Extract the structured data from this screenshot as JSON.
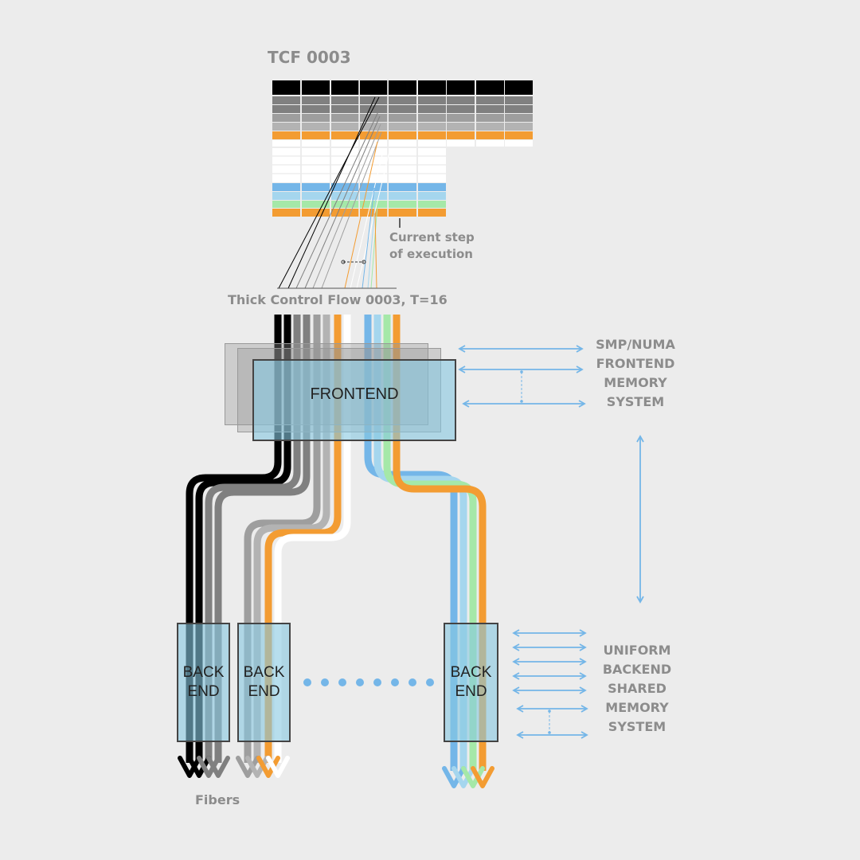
{
  "title": "TCF 0003",
  "current_step_label": "Current step\nof execution",
  "flow_label": "Thick Control Flow 0003, T=16",
  "frontend_label": "FRONTEND",
  "smp_label": "SMP/NUMA\nFRONTEND\nMEMORY\nSYSTEM",
  "backend_labels": [
    "BACK\nEND",
    "BACK\nEND",
    "BACK\nEND"
  ],
  "uniform_label": "UNIFORM\nBACKEND\nSHARED\nMEMORY\nSYSTEM",
  "fibers_label": "Fibers",
  "colors": {
    "black": "#000000",
    "dark_gray": "#808080",
    "gray": "#9e9e9e",
    "light_gray": "#b3b3b3",
    "white": "#ffffff",
    "orange": "#f39c32",
    "blue": "#74b6e8",
    "light_blue": "#a5d6ee",
    "green": "#a5e8a8",
    "arrow_blue": "#74b6e8",
    "backend_fill": "#87c8e1"
  }
}
